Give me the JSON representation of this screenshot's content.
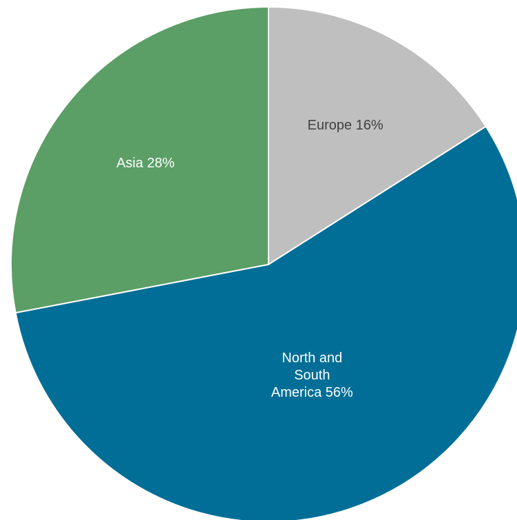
{
  "chart_data": {
    "type": "pie",
    "slices": [
      {
        "label_lines": [
          "Europe 16%"
        ],
        "value": 16,
        "color": "#bfbfbf",
        "label_color": "#404040"
      },
      {
        "label_lines": [
          "North and",
          "South",
          "America 56%"
        ],
        "value": 56,
        "color": "#006e96",
        "label_color": "#ffffff"
      },
      {
        "label_lines": [
          "Asia 28%"
        ],
        "value": 28,
        "color": "#5b9e66",
        "label_color": "#ffffff"
      }
    ],
    "start_angle": "top",
    "direction": "clockwise",
    "legend": "none"
  }
}
